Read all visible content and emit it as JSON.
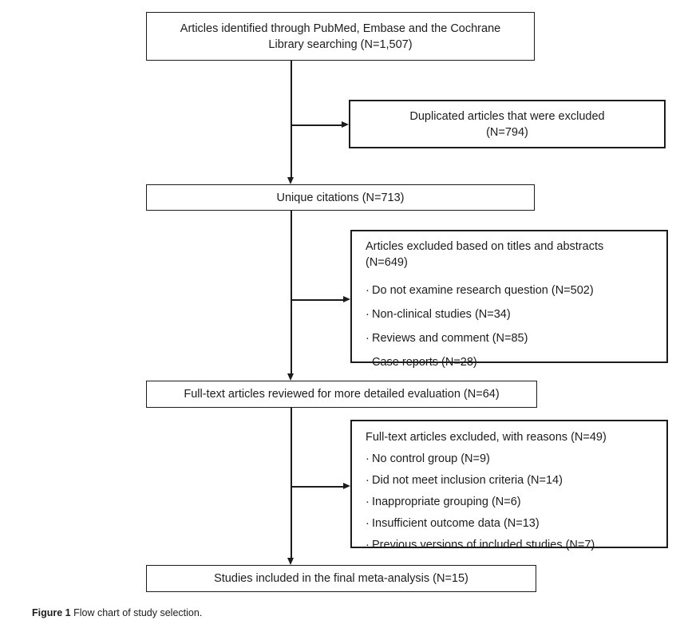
{
  "flowchart": {
    "bullet": "·",
    "boxes": {
      "identified": {
        "text": "Articles identified through PubMed, Embase and the Cochrane Library searching (N=1,507)"
      },
      "duplicates": {
        "text": "Duplicated articles that were excluded (N=794)"
      },
      "unique": {
        "text": "Unique citations (N=713)"
      },
      "title_abstract_excluded": {
        "title": "Articles excluded based on titles and abstracts (N=649)",
        "items": [
          "Do not examine research question (N=502)",
          "Non-clinical studies (N=34)",
          "Reviews and comment (N=85)",
          "Case reports (N=28)"
        ]
      },
      "fulltext_reviewed": {
        "text": "Full-text articles reviewed for more detailed evaluation (N=64)"
      },
      "fulltext_excluded": {
        "title": "Full-text articles excluded, with reasons (N=49)",
        "items": [
          "No control group (N=9)",
          "Did not meet inclusion criteria (N=14)",
          "Inappropriate grouping (N=6)",
          "Insufficient outcome data (N=13)",
          "Previous versions of included studies (N=7)"
        ]
      },
      "included": {
        "text": "Studies included in the final meta-analysis (N=15)"
      }
    },
    "caption": {
      "label": "Figure 1",
      "text": "Flow chart of study selection."
    },
    "colors": {
      "line": "#1c1c1c",
      "background": "#ffffff"
    }
  }
}
